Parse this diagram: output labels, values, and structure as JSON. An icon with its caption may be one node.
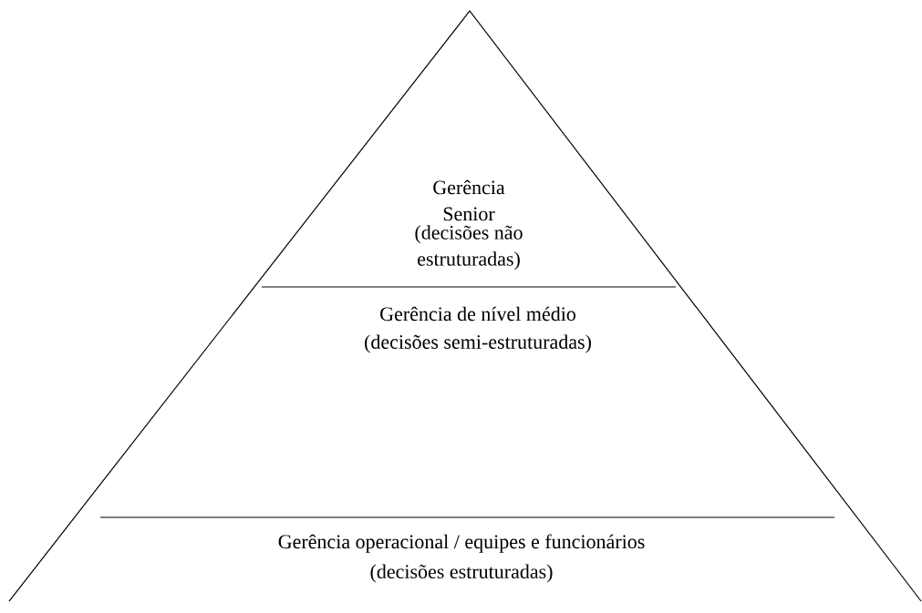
{
  "diagram": {
    "nodes": [
      {
        "text": [
          "Gerência Senior",
          "(decisões não estruturadas)"
        ]
      },
      {
        "text": [
          "Gerência de nível médio",
          "(decisões semi-estruturadas)"
        ]
      },
      {
        "text": [
          "Gerência operacional / equipes e funcionários",
          "(decisões estruturadas)"
        ]
      }
    ]
  }
}
